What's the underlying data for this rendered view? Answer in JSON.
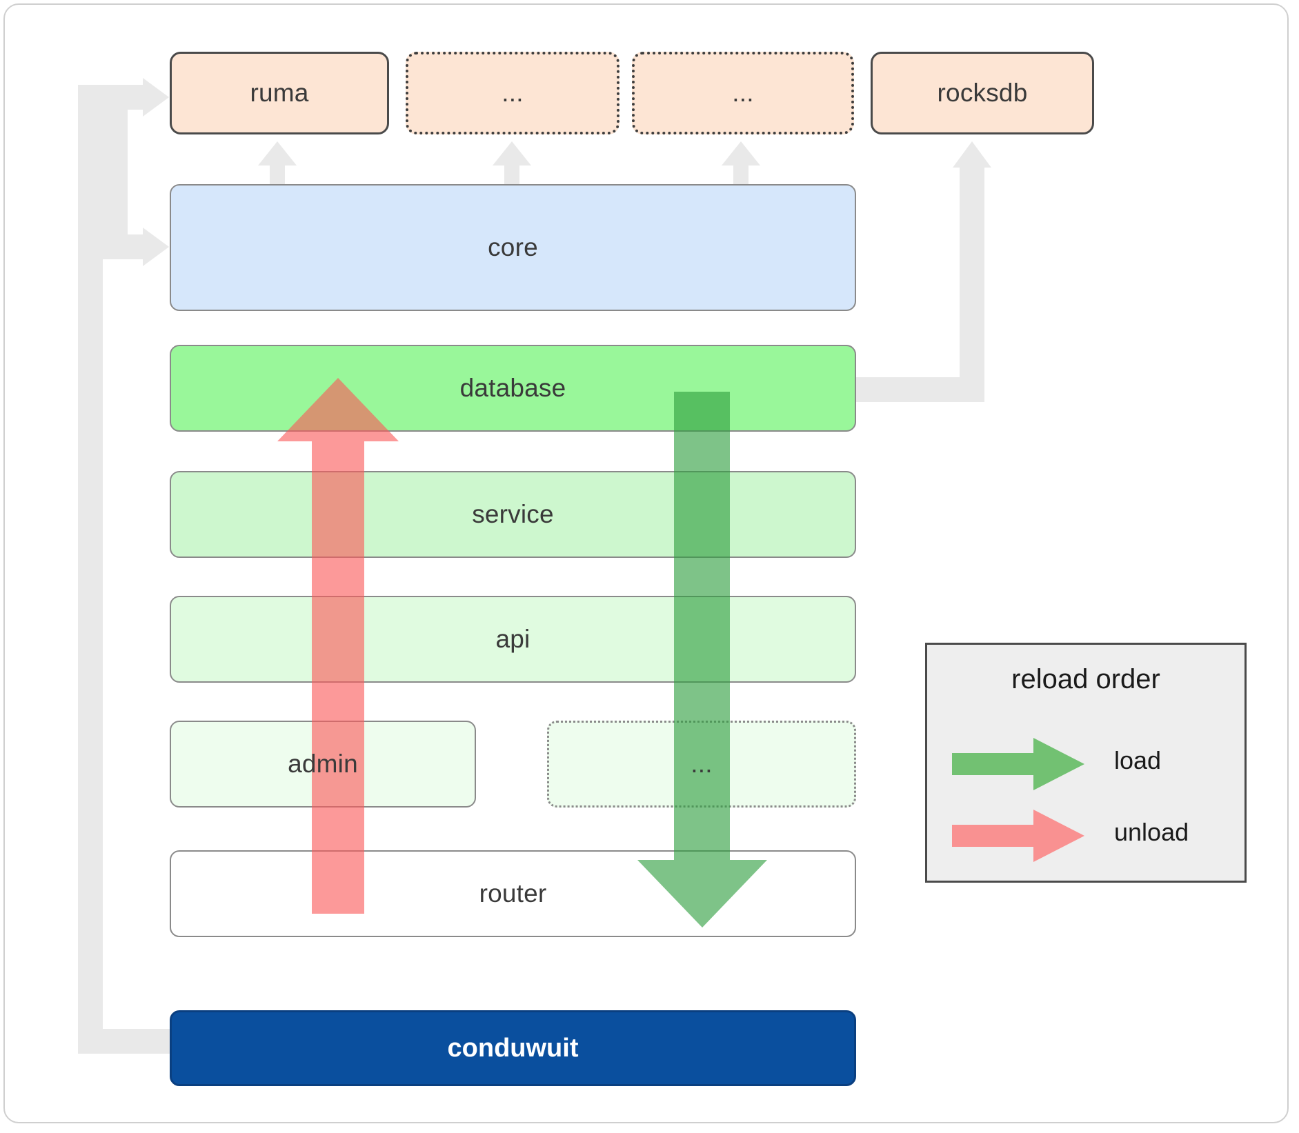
{
  "diagram": {
    "title": "conduwuit crate dependency / reload order diagram",
    "dependencies": [
      {
        "label": "ruma",
        "style": "solid"
      },
      {
        "label": "...",
        "style": "dotted"
      },
      {
        "label": "...",
        "style": "dotted"
      },
      {
        "label": "rocksdb",
        "style": "solid"
      }
    ],
    "crates": [
      {
        "label": "core",
        "fill": "#d6e7fb"
      },
      {
        "label": "database",
        "fill": "#99f79a"
      },
      {
        "label": "service",
        "fill": "#cdf7ce"
      },
      {
        "label": "api",
        "fill": "#e0fbe0"
      },
      {
        "label": "admin",
        "fill": "#eefdee"
      },
      {
        "label": "...",
        "fill": "#eefdee"
      },
      {
        "label": "router",
        "fill": "#ffffff"
      }
    ],
    "binary": {
      "label": "conduwuit",
      "fill": "#0a4f9e",
      "text_color": "#ffffff"
    },
    "legend": {
      "title": "reload order",
      "items": [
        {
          "label": "load",
          "color": "#5cb85c"
        },
        {
          "label": "unload",
          "color": "#fa8686"
        }
      ]
    },
    "arrows": {
      "load_color": "#5cb85c",
      "unload_color": "#fa8686",
      "connector_color": "#e9e9e9"
    }
  }
}
